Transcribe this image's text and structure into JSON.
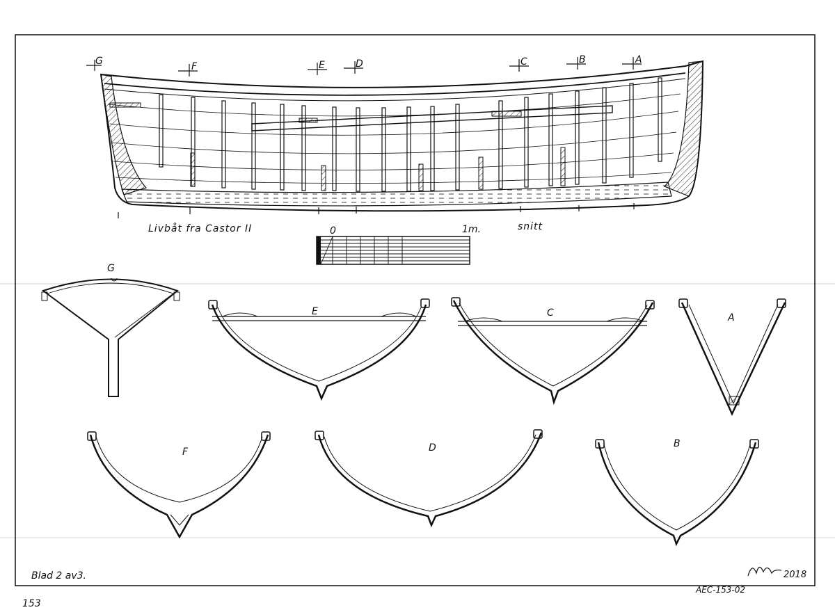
{
  "drawing": {
    "title": "Livbåt fra Castor II",
    "view_label": "snitt",
    "scale_zero": "0",
    "scale_end": "1m.",
    "sheet_label": "Blad 2 av3.",
    "signature_year": "2018",
    "reference_code": "AEC-153-02",
    "margin_note": "153"
  },
  "section_markers": [
    "G",
    "F",
    "E",
    "D",
    "C",
    "B",
    "A"
  ],
  "cross_sections": {
    "G": "G",
    "E": "E",
    "C": "C",
    "A": "A",
    "F": "F",
    "D": "D",
    "B": "B"
  }
}
